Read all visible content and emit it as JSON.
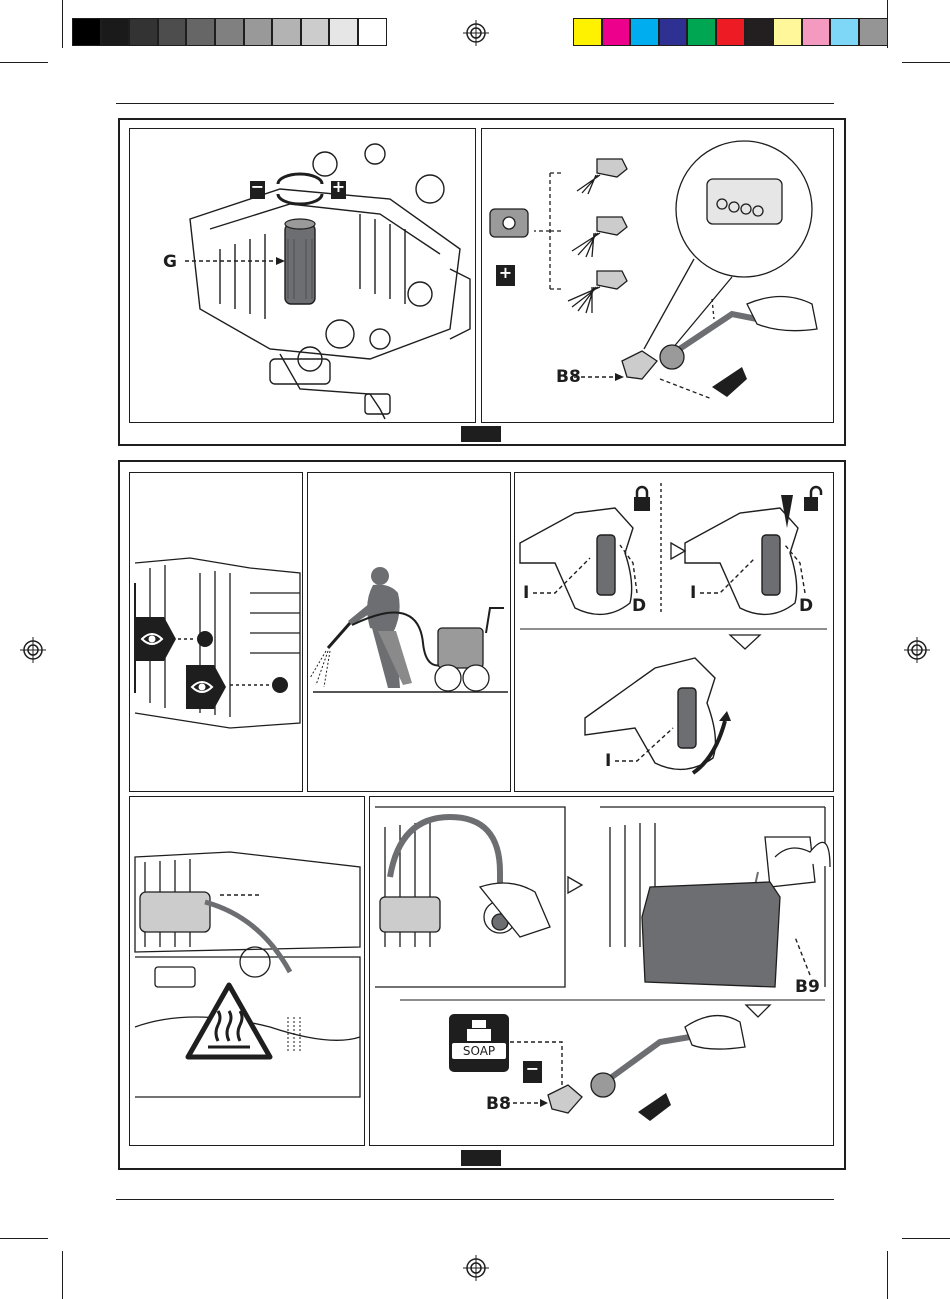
{
  "colors": {
    "grayscale_bar": [
      "#000000",
      "#1a1a1a",
      "#333333",
      "#4d4d4d",
      "#666666",
      "#808080",
      "#999999",
      "#b3b3b3",
      "#cccccc",
      "#e6e6e6",
      "#ffffff"
    ],
    "color_bar": [
      "#fff200",
      "#ec008c",
      "#00aeef",
      "#2e3192",
      "#00a651",
      "#ed1c24",
      "#231f20",
      "#fff799",
      "#f49ac1",
      "#7fd7f7",
      "#959595"
    ],
    "ink": "#1e1e1e",
    "panel_fill": "#ffffff",
    "tank_fill": "#6d6e71"
  },
  "labels": {
    "pressure_valve": "G",
    "nozzle_top": "B8",
    "trigger_1": "I",
    "lock_1": "D",
    "trigger_2": "I",
    "lock_2": "D",
    "trigger_3": "I",
    "tank": "B9",
    "nozzle_bottom": "B8",
    "soap": "SOAP",
    "minus": "−",
    "plus": "+",
    "plus_nozzle": "+",
    "minus_soap": "−"
  },
  "icons": {
    "registration": "registration-mark-icon",
    "pressure_adjust": "rotate-adjust-icon",
    "nozzle": "nozzle-icon",
    "lock": "padlock-closed-icon",
    "unlock": "padlock-open-icon",
    "inspect": "eye-inspect-icon",
    "hot_surface": "hot-surface-warning-icon",
    "soap_bottle": "soap-bottle-icon"
  }
}
